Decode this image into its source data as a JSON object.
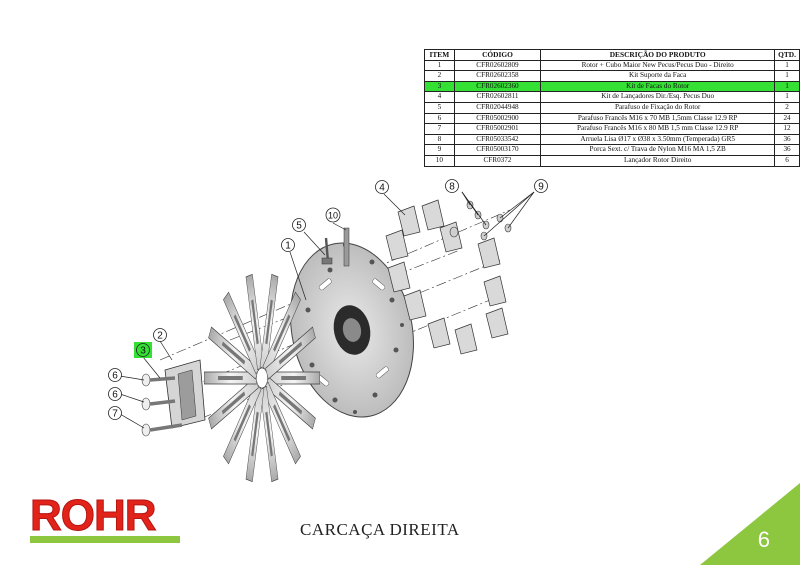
{
  "table": {
    "headers": {
      "item": "ITEM",
      "code": "CÓDIGO",
      "description": "DESCRIÇÃO DO PRODUTO",
      "qty": "QTD."
    },
    "rows": [
      {
        "item": "1",
        "code": "CFR02602809",
        "description": "Rotor + Cubo Maior New Pecus/Pecus Duo - Direito",
        "qty": "1"
      },
      {
        "item": "2",
        "code": "CFR02602358",
        "description": "Kit Suporte da Faca",
        "qty": "1"
      },
      {
        "item": "3",
        "code": "CFR02602360",
        "description": "Kit de Facas do Rotor",
        "qty": "1",
        "highlighted": true
      },
      {
        "item": "4",
        "code": "CFR02602811",
        "description": "Kit de Lançadores Dir./Esq. Pecus Duo",
        "qty": "1"
      },
      {
        "item": "5",
        "code": "CFR02044948",
        "description": "Parafuso de Fixação do Rotor",
        "qty": "2"
      },
      {
        "item": "6",
        "code": "CFR05002900",
        "description": "Parafuso Francês M16 x 70 MB 1,5mm Classe 12.9 RP",
        "qty": "24"
      },
      {
        "item": "7",
        "code": "CFR05002901",
        "description": "Parafuso Francês M16 x 80 MB 1,5 mm Classe 12.9 RP",
        "qty": "12"
      },
      {
        "item": "8",
        "code": "CFR05033542",
        "description": "Arruela Lisa Ø17 x Ø38 x 3.50mm (Temperada) GR5",
        "qty": "36"
      },
      {
        "item": "9",
        "code": "CFR05003170",
        "description": "Porca Sext. c/ Trava de Nylon M16 MA 1,5 ZB",
        "qty": "36"
      },
      {
        "item": "10",
        "code": "CFR0372",
        "description": "Lançador Rotor Direito",
        "qty": "6"
      }
    ]
  },
  "callouts": {
    "c1": "1",
    "c2": "2",
    "c3": "3",
    "c4": "4",
    "c5": "5",
    "c6a": "6",
    "c6b": "6",
    "c7": "7",
    "c8": "8",
    "c9": "9",
    "c10": "10"
  },
  "colors": {
    "highlight": "#33e033",
    "brand_red": "#e2231a",
    "brand_green": "#8dc63f"
  },
  "footer": {
    "logo": "ROHR",
    "title": "CARCAÇA DIREITA",
    "page_number": "6"
  }
}
